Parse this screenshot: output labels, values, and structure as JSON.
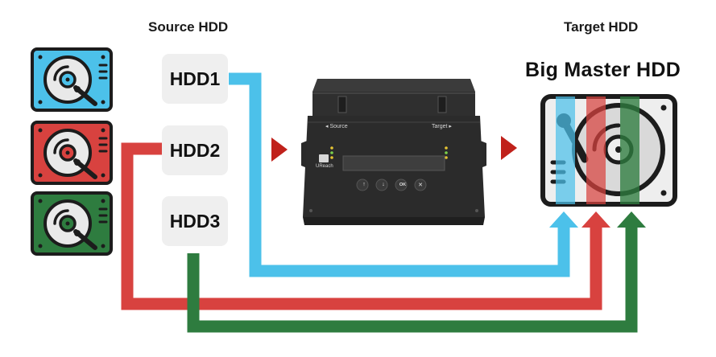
{
  "labels": {
    "source_heading": "Source HDD",
    "target_heading": "Target HDD",
    "target_title": "Big Master HDD",
    "hdd1": "HDD1",
    "hdd2": "HDD2",
    "hdd3": "HDD3"
  },
  "device": {
    "brand": "UReach",
    "port_source": "◂ Source",
    "port_target": "Target ▸",
    "buttons": [
      "↑",
      "↓",
      "OK",
      "✕"
    ]
  },
  "colors": {
    "blue": "#4cc1ea",
    "red": "#d8423f",
    "green": "#2e7c3f",
    "flow_arrow": "#c0211b",
    "outline": "#1c1c1c"
  }
}
